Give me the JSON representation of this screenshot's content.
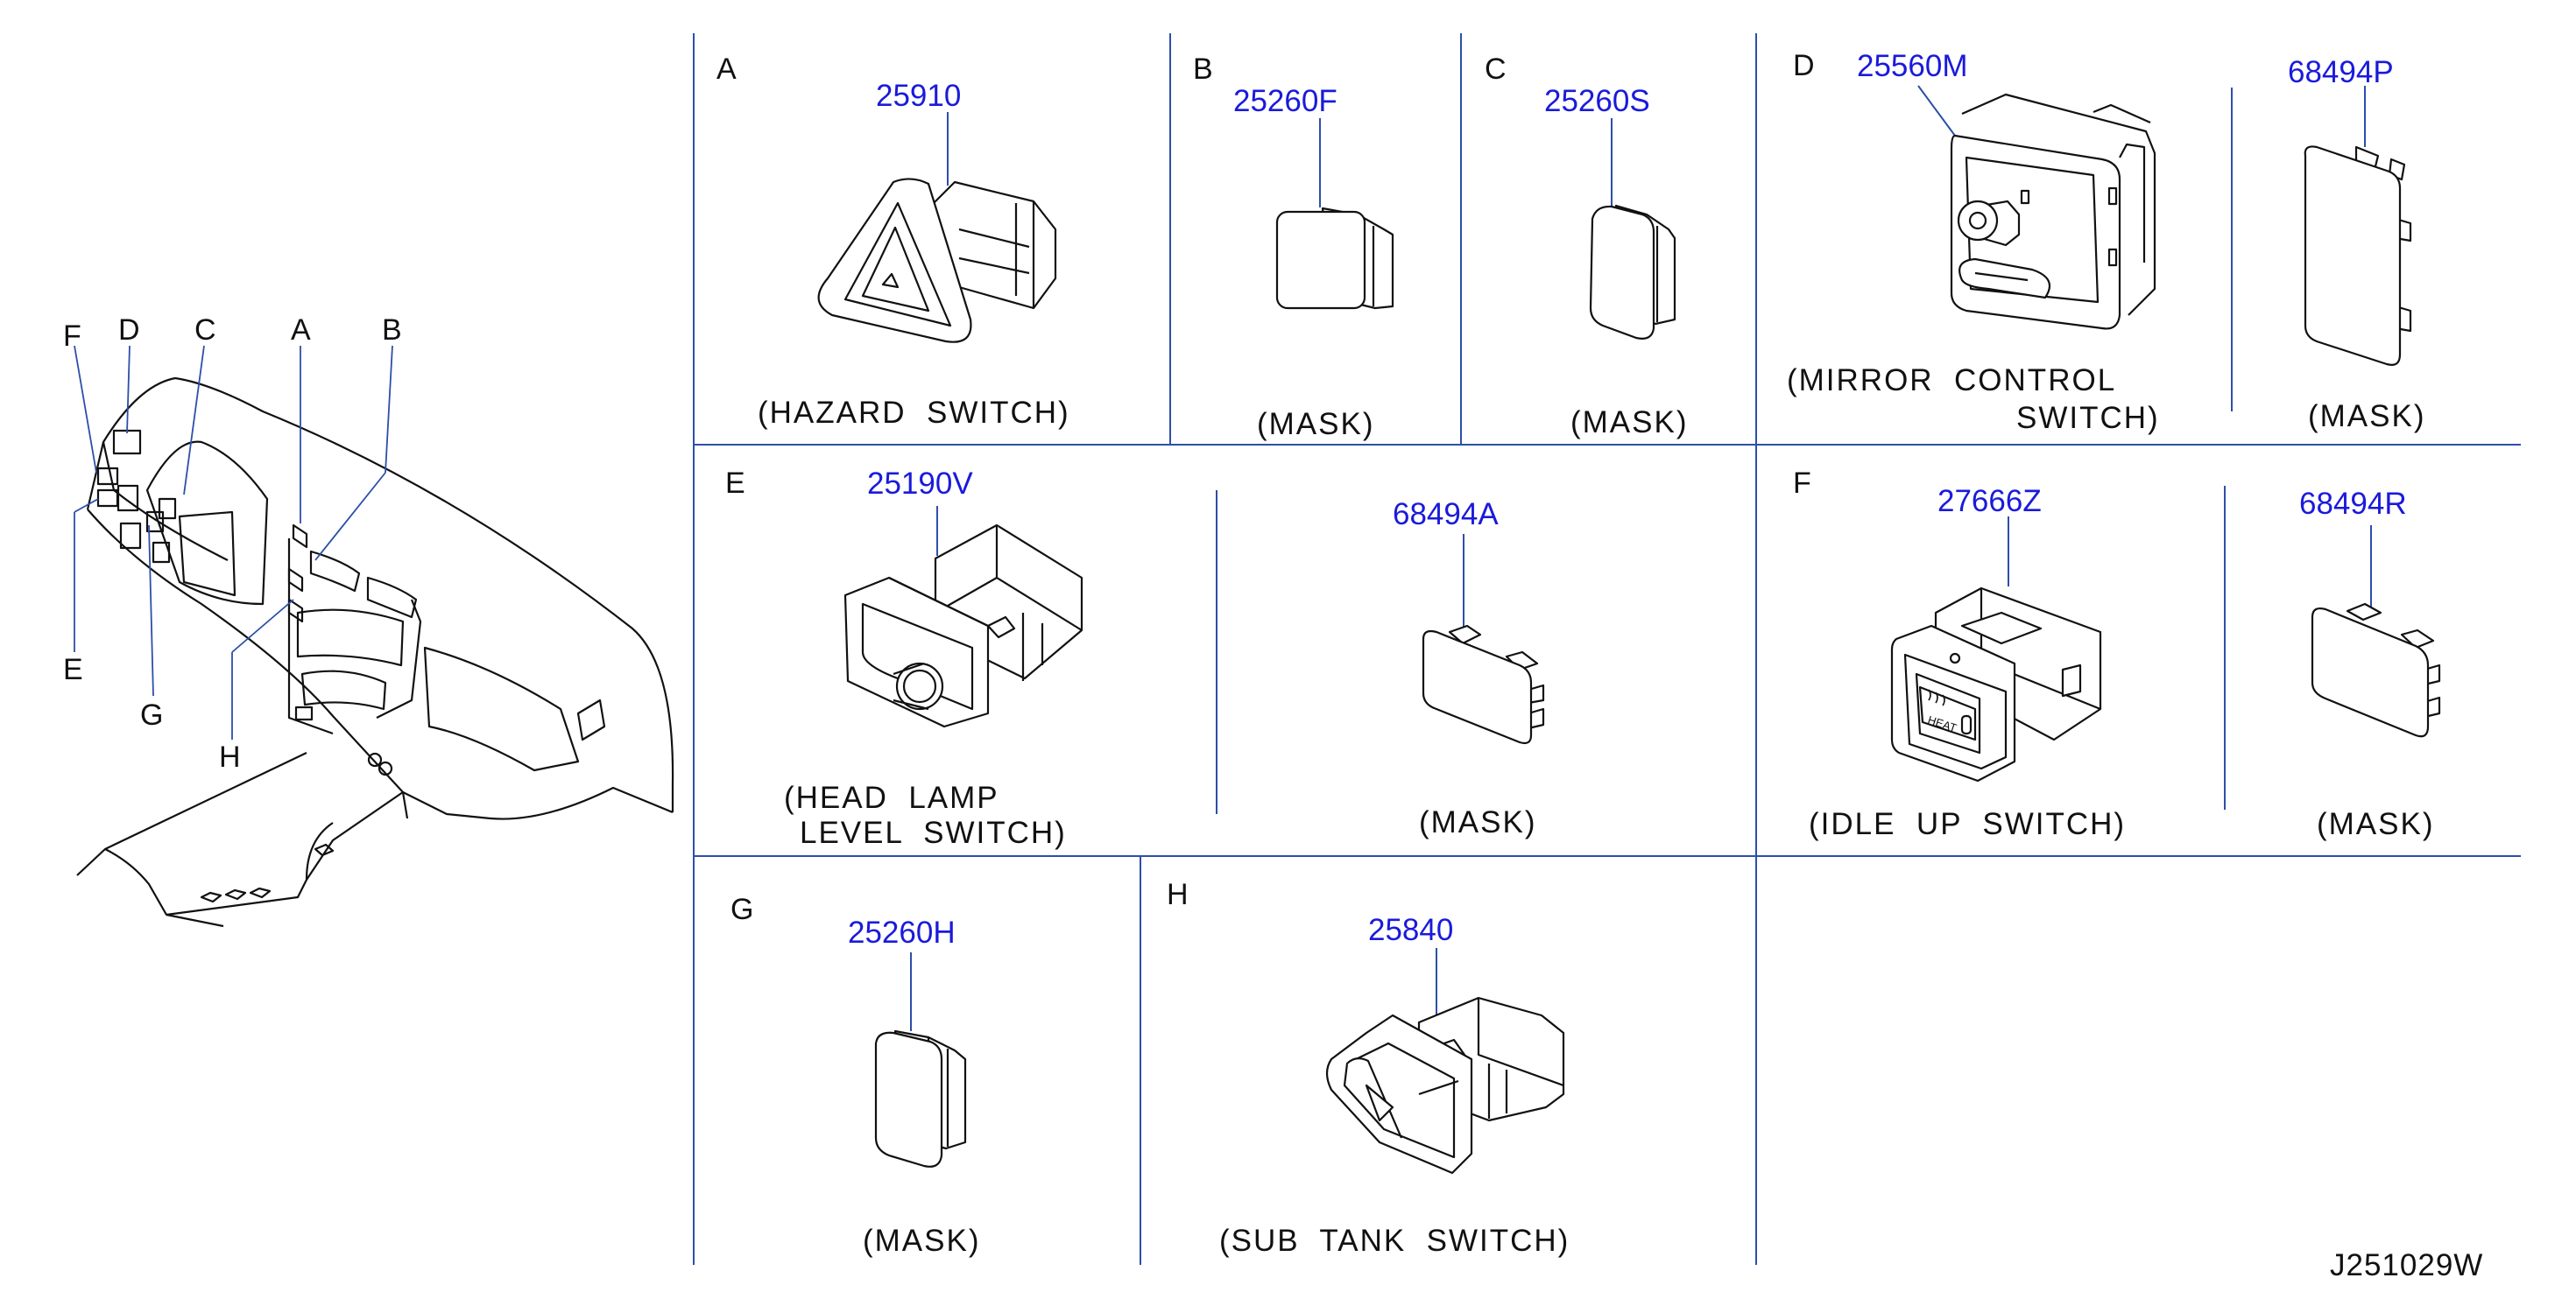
{
  "overview": {
    "callouts": {
      "F": "F",
      "D": "D",
      "C": "C",
      "A": "A",
      "B": "B",
      "E": "E",
      "G": "G",
      "H": "H"
    }
  },
  "panels": {
    "A": {
      "letter": "A",
      "part_number": "25910",
      "description": "(HAZARD  SWITCH)"
    },
    "B": {
      "letter": "B",
      "part_number": "25260F",
      "description": "(MASK)"
    },
    "C": {
      "letter": "C",
      "part_number": "25260S",
      "description": "(MASK)"
    },
    "D": {
      "letter": "D",
      "part_number": "25560M",
      "description_line1": "(MIRROR  CONTROL",
      "description_line2": "SWITCH)",
      "mask_part_number": "68494P",
      "mask_description": "(MASK)"
    },
    "E": {
      "letter": "E",
      "part_number": "25190V",
      "description_line1": "(HEAD  LAMP",
      "description_line2": "LEVEL  SWITCH)",
      "mask_part_number": "68494A",
      "mask_description": "(MASK)"
    },
    "F": {
      "letter": "F",
      "part_number": "27666Z",
      "description": "(IDLE  UP  SWITCH)",
      "mask_part_number": "68494R",
      "mask_description": "(MASK)",
      "switch_text": "HEAT"
    },
    "G": {
      "letter": "G",
      "part_number": "25260H",
      "description": "(MASK)"
    },
    "H": {
      "letter": "H",
      "part_number": "25840",
      "description": "(SUB  TANK  SWITCH)"
    }
  },
  "diagram_code": "J251029W",
  "colors": {
    "grid_line": "#2c4fa8",
    "part_number": "#1a1adb",
    "ink": "#111111"
  }
}
